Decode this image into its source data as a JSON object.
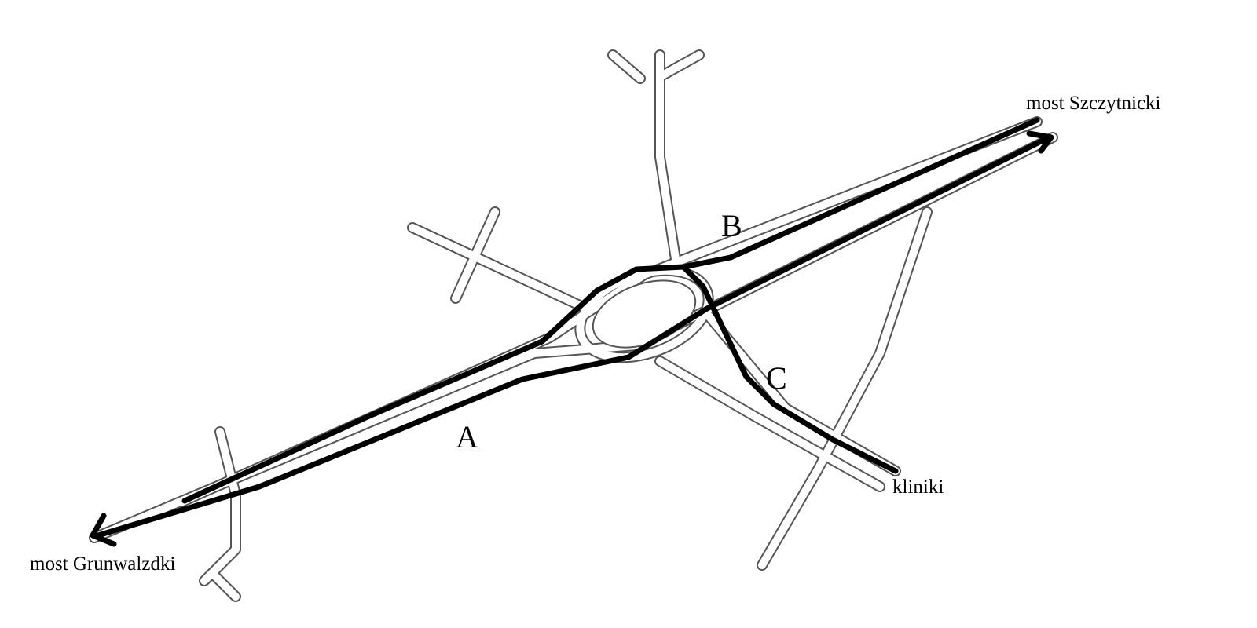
{
  "labels": {
    "most_szczytnicki": "most Szczytnicki",
    "most_grunwaldzki": "most Grunwalzdki",
    "kliniki": "kliniki",
    "a": "A",
    "b": "B",
    "c": "C"
  },
  "colors": {
    "route": "#000000",
    "road_edge": "#555555",
    "background": "#ffffff"
  },
  "icons": [
    "arrow-right-icon",
    "arrow-left-icon"
  ]
}
